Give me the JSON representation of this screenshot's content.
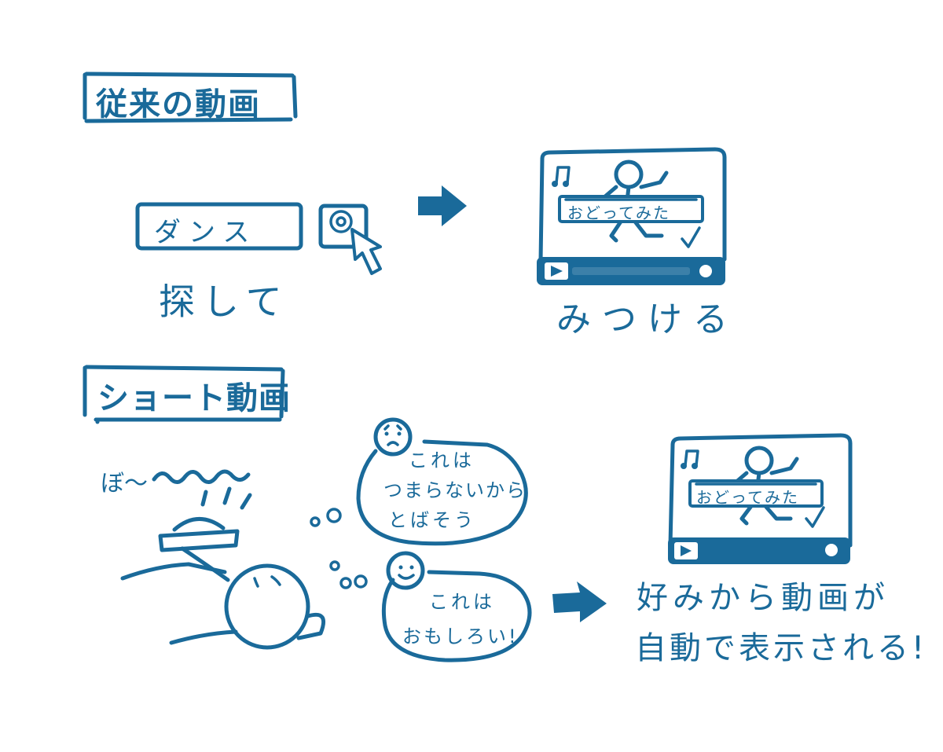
{
  "section_traditional": {
    "heading": "従来の動画",
    "search_box_text": "ダンス",
    "search_caption": "探して",
    "video_title": "おどってみた",
    "result_caption": "みつける"
  },
  "section_short": {
    "heading": "ショート動画",
    "sleepy_sound": "ぼ〜",
    "thought_bored_line1": "これは",
    "thought_bored_line2": "つまらないから",
    "thought_bored_line3": "とばそう",
    "thought_happy_line1": "これは",
    "thought_happy_line2": "おもしろい!",
    "video_title": "おどってみた",
    "result_caption_line1": "好みから動画が",
    "result_caption_line2": "自動で表示される!"
  },
  "colors": {
    "ink": "#1a6a9a",
    "background": "#ffffff"
  },
  "icons": [
    "search-button-icon",
    "cursor-arrow-icon",
    "arrow-right-icon",
    "music-note-icon",
    "play-icon",
    "phone-icon"
  ]
}
